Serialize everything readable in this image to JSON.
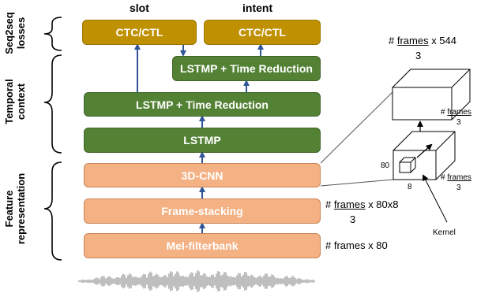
{
  "headers": {
    "slot": "slot",
    "intent": "intent"
  },
  "side_labels": {
    "losses": [
      "Seq2seq",
      "losses"
    ],
    "temporal": [
      "Temporal",
      "context"
    ],
    "feature": [
      "Feature",
      "representation"
    ]
  },
  "blocks": {
    "ctc_slot": "CTC/CTL",
    "ctc_intent": "CTC/CTL",
    "lstmp_tr_top": "LSTMP + Time Reduction",
    "lstmp_tr_mid": "LSTMP + Time Reduction",
    "lstmp": "LSTMP",
    "cnn3d": "3D-CNN",
    "frame_stacking": "Frame-stacking",
    "mel": "Mel-filterbank"
  },
  "annotations": {
    "top_prefix": "# ",
    "top_frames": "frames",
    "top_suffix": " x 544",
    "top_den": "3",
    "stack_prefix": "# ",
    "stack_frames": "frames",
    "stack_suffix": " x 80x8",
    "stack_den": "3",
    "mel_text": "# frames x 80",
    "big_frames_prefix": "# ",
    "big_frames": "frames",
    "big_frames_den": "3",
    "small_frames_prefix": "# ",
    "small_frames": "frames",
    "small_frames_den": "3",
    "dim_80": "80",
    "dim_8": "8",
    "kernel": "Kernel"
  },
  "colors": {
    "gold": "#bf9000",
    "green": "#548235",
    "peach": "#f4b183",
    "arrow": "#2f5597"
  }
}
